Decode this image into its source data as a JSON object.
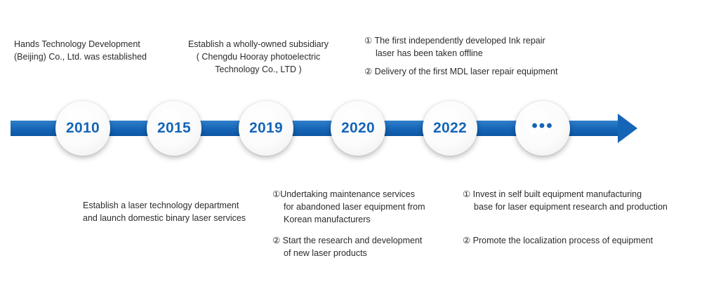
{
  "timeline": {
    "nodes": [
      {
        "label": "2010"
      },
      {
        "label": "2015"
      },
      {
        "label": "2019"
      },
      {
        "label": "2020"
      },
      {
        "label": "2022"
      },
      {
        "label": "•••"
      }
    ]
  },
  "events": {
    "y2010": {
      "lines": [
        "Hands Technology Development",
        "(Beijing) Co., Ltd. was established"
      ]
    },
    "y2015": {
      "lines": [
        "Establish a laser technology department",
        "and launch domestic binary laser services"
      ]
    },
    "y2019": {
      "lines": [
        "Establish a wholly-owned subsidiary",
        "( Chengdu Hooray photoelectric",
        "Technology Co., LTD )"
      ]
    },
    "y2020": {
      "item1": [
        "①Undertaking maintenance services",
        "for abandoned laser equipment from",
        "Korean manufacturers"
      ],
      "item2": [
        "② Start the research and development",
        "of new laser products"
      ]
    },
    "y2022": {
      "item1": [
        "① The first independently developed Ink repair",
        "laser has been taken offline"
      ],
      "item2": [
        "② Delivery of the first MDL laser repair equipment"
      ]
    },
    "future": {
      "item1": [
        "① Invest in self built equipment manufacturing",
        "base for laser equipment research and production"
      ],
      "item2": [
        "② Promote the localization process of equipment"
      ]
    }
  },
  "colors": {
    "accent": "#1565b7",
    "text": "#2b2b2b"
  }
}
